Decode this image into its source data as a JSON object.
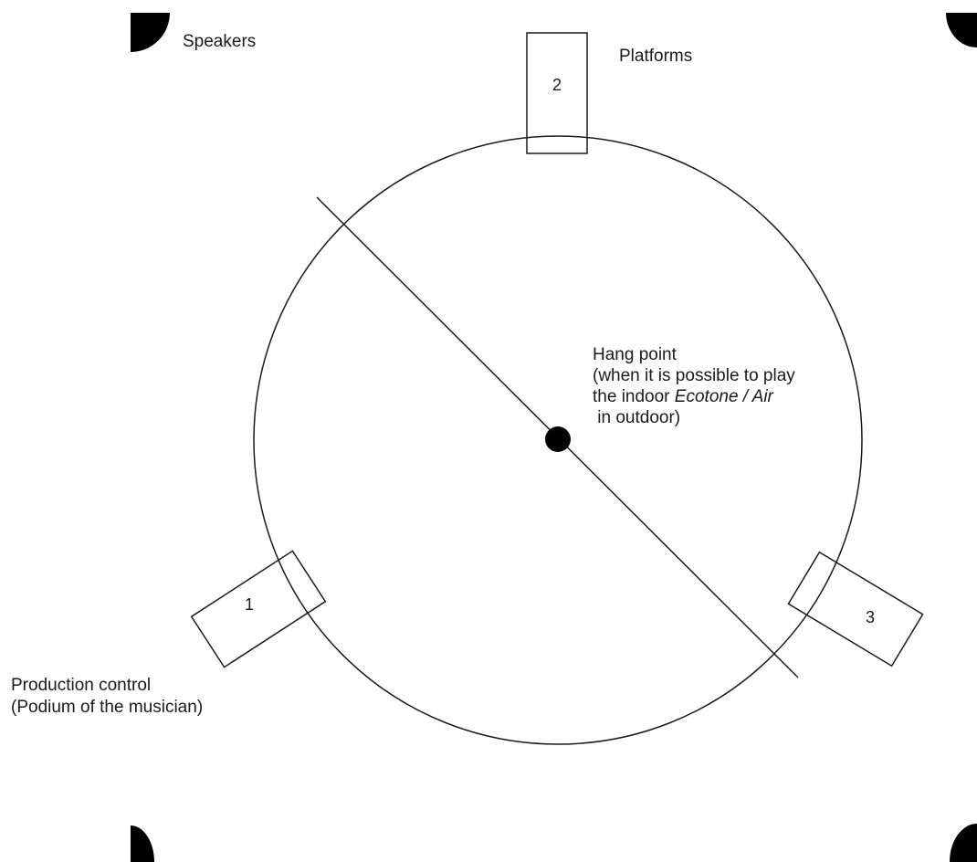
{
  "labels": {
    "speakers": "Speakers",
    "platforms": "Platforms",
    "hang_point": {
      "line1": "Hang point",
      "line2": "(when it is possible to play",
      "line3_prefix": "the indoor ",
      "line3_italic": "Ecotone / Air",
      "line4": " in outdoor)"
    },
    "production_control": {
      "line1": "Production control",
      "line2": "(Podium of the musician)"
    }
  },
  "platforms": [
    {
      "number": "1"
    },
    {
      "number": "2"
    },
    {
      "number": "3"
    }
  ],
  "colors": {
    "ink": "#1a1a1a",
    "background": "#ffffff"
  }
}
